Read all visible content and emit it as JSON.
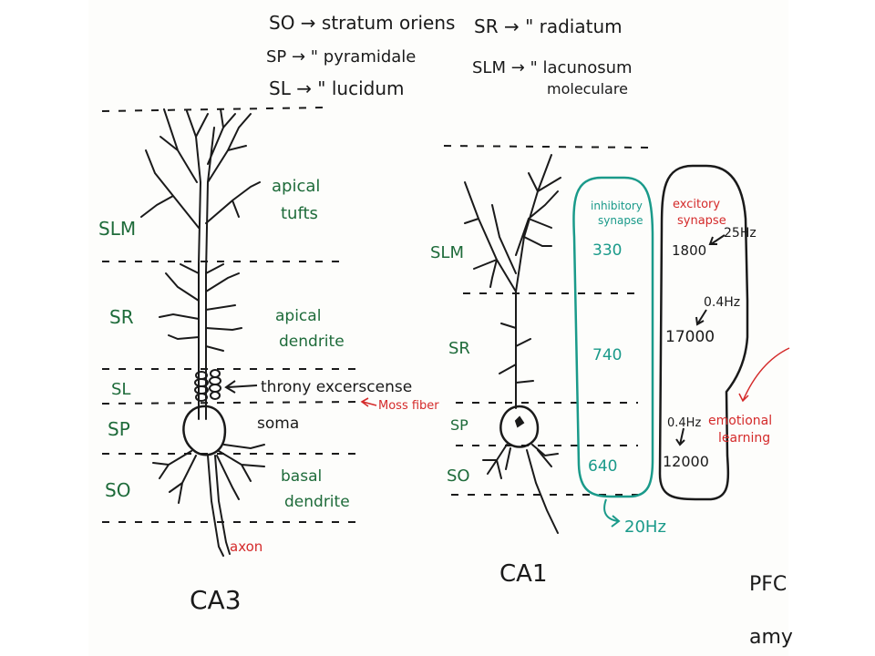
{
  "legend": {
    "so": "SO → stratum oriens",
    "sp": "SP → \" pyramidale",
    "sl": "SL → \" lucidum",
    "sr": "SR → \" radiatum",
    "slm_1": "SLM → \" lacunosum",
    "slm_2": "moleculare"
  },
  "ca3": {
    "title": "CA3",
    "layers": {
      "slm": "SLM",
      "sr": "SR",
      "sl": "SL",
      "sp": "SP",
      "so": "SO"
    },
    "labels": {
      "apical_tufts_1": "apical",
      "apical_tufts_2": "tufts",
      "apical_dendrite_1": "apical",
      "apical_dendrite_2": "dendrite",
      "thorny": "throny excerscense",
      "moss_fiber": "Moss fiber",
      "soma": "soma",
      "basal_1": "basal",
      "basal_2": "dendrite",
      "axon": "axon"
    }
  },
  "ca1": {
    "title": "CA1",
    "layers": {
      "slm": "SLM",
      "sr": "SR",
      "sp": "SP",
      "so": "SO"
    },
    "inhibitory": {
      "title_1": "inhibitory",
      "title_2": "synapse",
      "values": [
        "330",
        "740",
        "640"
      ],
      "freq": "20Hz"
    },
    "excitory": {
      "title_1": "excitory",
      "title_2": "synapse",
      "values": [
        "1800",
        "17000",
        "12000"
      ],
      "freqs": [
        "25Hz",
        "0.4Hz",
        "0.4Hz"
      ]
    },
    "emotional_1": "emotional",
    "emotional_2": "learning"
  },
  "right_labels": {
    "pfc": "PFC",
    "amy": "amy"
  },
  "colors": {
    "ink": "#1a1a1a",
    "green": "#1e6b3a",
    "red": "#d42a2a",
    "teal": "#1a9a8a"
  }
}
